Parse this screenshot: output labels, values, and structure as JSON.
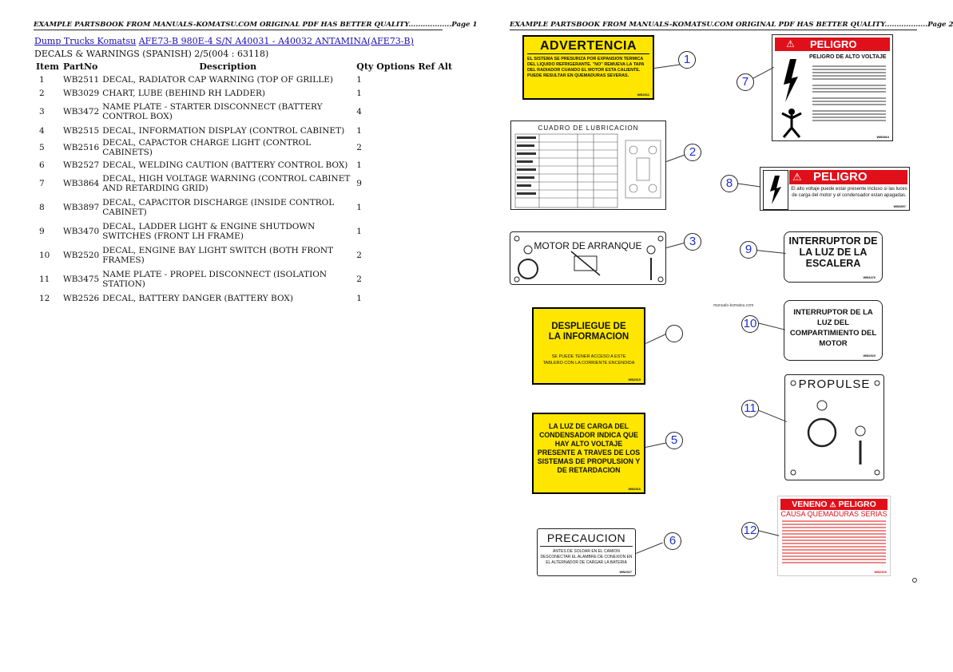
{
  "header": {
    "page1": "EXAMPLE PARTSBOOK FROM MANUALS-KOMATSU.COM ORIGINAL PDF HAS BETTER QUALITY..................Page 1",
    "page2": "EXAMPLE PARTSBOOK FROM MANUALS-KOMATSU.COM ORIGINAL PDF HAS BETTER QUALITY..................Page 2"
  },
  "breadcrumb": {
    "category": "Dump Trucks Komatsu",
    "model": "AFE73-B 980E-4 S/N A40031 - A40032 ANTAMINA(AFE73-B)"
  },
  "section_title": "DECALS & WARNINGS (SPANISH) 2/5(004 : 63118)",
  "table": {
    "headers": {
      "item": "Item",
      "partno": "PartNo",
      "description": "Description",
      "qty": "Qty",
      "options": "Options",
      "ref": "Ref",
      "alt": "Alt"
    },
    "rows": [
      {
        "item": "1",
        "partno": "WB2511",
        "description": "DECAL, RADIATOR CAP WARNING (TOP OF GRILLE)",
        "qty": "1"
      },
      {
        "item": "2",
        "partno": "WB3029",
        "description": "CHART, LUBE (BEHIND RH LADDER)",
        "qty": "1"
      },
      {
        "item": "3",
        "partno": "WB3472",
        "description": "NAME PLATE - STARTER DISCONNECT (BATTERY CONTROL BOX)",
        "qty": "4"
      },
      {
        "item": "4",
        "partno": "WB2515",
        "description": "DECAL, INFORMATION DISPLAY (CONTROL CABINET)",
        "qty": "1"
      },
      {
        "item": "5",
        "partno": "WB2516",
        "description": "DECAL, CAPACTOR CHARGE LIGHT (CONTROL CABINETS)",
        "qty": "2"
      },
      {
        "item": "6",
        "partno": "WB2527",
        "description": "DECAL, WELDING CAUTION (BATTERY CONTROL BOX)",
        "qty": "1"
      },
      {
        "item": "7",
        "partno": "WB3864",
        "description": "DECAL, HIGH VOLTAGE WARNING (CONTROL CABINET AND RETARDING GRID)",
        "qty": "9"
      },
      {
        "item": "8",
        "partno": "WB3897",
        "description": "DECAL, CAPACITOR DISCHARGE (INSIDE CONTROL CABINET)",
        "qty": "1"
      },
      {
        "item": "9",
        "partno": "WB3470",
        "description": "DECAL, LADDER LIGHT & ENGINE SHUTDOWN SWITCHES (FRONT LH FRAME)",
        "qty": "1"
      },
      {
        "item": "10",
        "partno": "WB2520",
        "description": "DECAL, ENGINE BAY LIGHT SWITCH (BOTH FRONT FRAMES)",
        "qty": "2"
      },
      {
        "item": "11",
        "partno": "WB3475",
        "description": "NAME PLATE - PROPEL DISCONNECT (ISOLATION STATION)",
        "qty": "2"
      },
      {
        "item": "12",
        "partno": "WB2526",
        "description": "DECAL, BATTERY DANGER (BATTERY BOX)",
        "qty": "1"
      }
    ]
  },
  "illustration": {
    "callouts": [
      "1",
      "2",
      "3",
      "",
      "5",
      "6",
      "7",
      "8",
      "9",
      "10",
      "11",
      "12"
    ],
    "decal1": {
      "title": "ADVERTENCIA",
      "body": "EL SISTEMA SE PRESURIZA POR EXPANSION TERMICA DEL LIQUIDO REFRIGERANTE. \"NO\" REMUEVA LA TAPA DEL RADIADOR CUANDO EL MOTOR ESTA CALIENTE. PUEDE RESULTAR EN QUEMADURAS SEVERAS.",
      "code": "WB2511"
    },
    "decal2": {
      "title": "CUADRO DE LUBRICACION"
    },
    "decal3": {
      "title": "MOTOR DE ARRANQUE"
    },
    "decal4": {
      "title": "DESPLIEGUE DE LA INFORMACION",
      "body": "SE PUEDE TENER ACCESO A ESTE TABLERO CON LA CORRIENTE ENCENDIDA",
      "code": "WB2515"
    },
    "decal5": {
      "body": "LA LUZ DE CARGA DEL CONDENSADOR INDICA QUE HAY ALTO VOLTAJE PRESENTE A TRAVES DE LOS SISTEMAS DE PROPULSION Y DE RETARDACION",
      "code": "WB2516"
    },
    "decal6": {
      "title": "PRECAUCION",
      "body": "ANTES DE SOLDAR EN EL CAMION DESCONECTAR EL ALAMBRE DE CONEXION EN EL ALTERNADOR DE CARGAR LA BATERIA",
      "code": "WB2527"
    },
    "decal7": {
      "title": "PELIGRO",
      "subtitle": "PELIGRO DE ALTO VOLTAJE",
      "code": "WB3864"
    },
    "decal8": {
      "title": "PELIGRO",
      "body": "El alto voltaje puede estar presente incluso si las luces de carga del motor y el condensador estan apagadas.",
      "code": "WB3897"
    },
    "decal9": {
      "title": "INTERRUPTOR DE LA LUZ DE LA ESCALERA",
      "code": "WB3470"
    },
    "decal10": {
      "title": "INTERRUPTOR DE LA LUZ DEL COMPARTIMIENTO DEL MOTOR",
      "code": "WB2520"
    },
    "decal11": {
      "title": "PROPULSE"
    },
    "decal12": {
      "title_left": "VENENO",
      "title_right": "PELIGRO",
      "subtitle": "CAUSA QUEMADURAS SERIAS",
      "code": "WB2526"
    },
    "watermark": "manuals-komatsu.com"
  },
  "colors": {
    "yellow": "#ffe600",
    "danger_red": "#e0101a",
    "callout_blue": "#1c2fcf",
    "link": "#1a0dab"
  }
}
